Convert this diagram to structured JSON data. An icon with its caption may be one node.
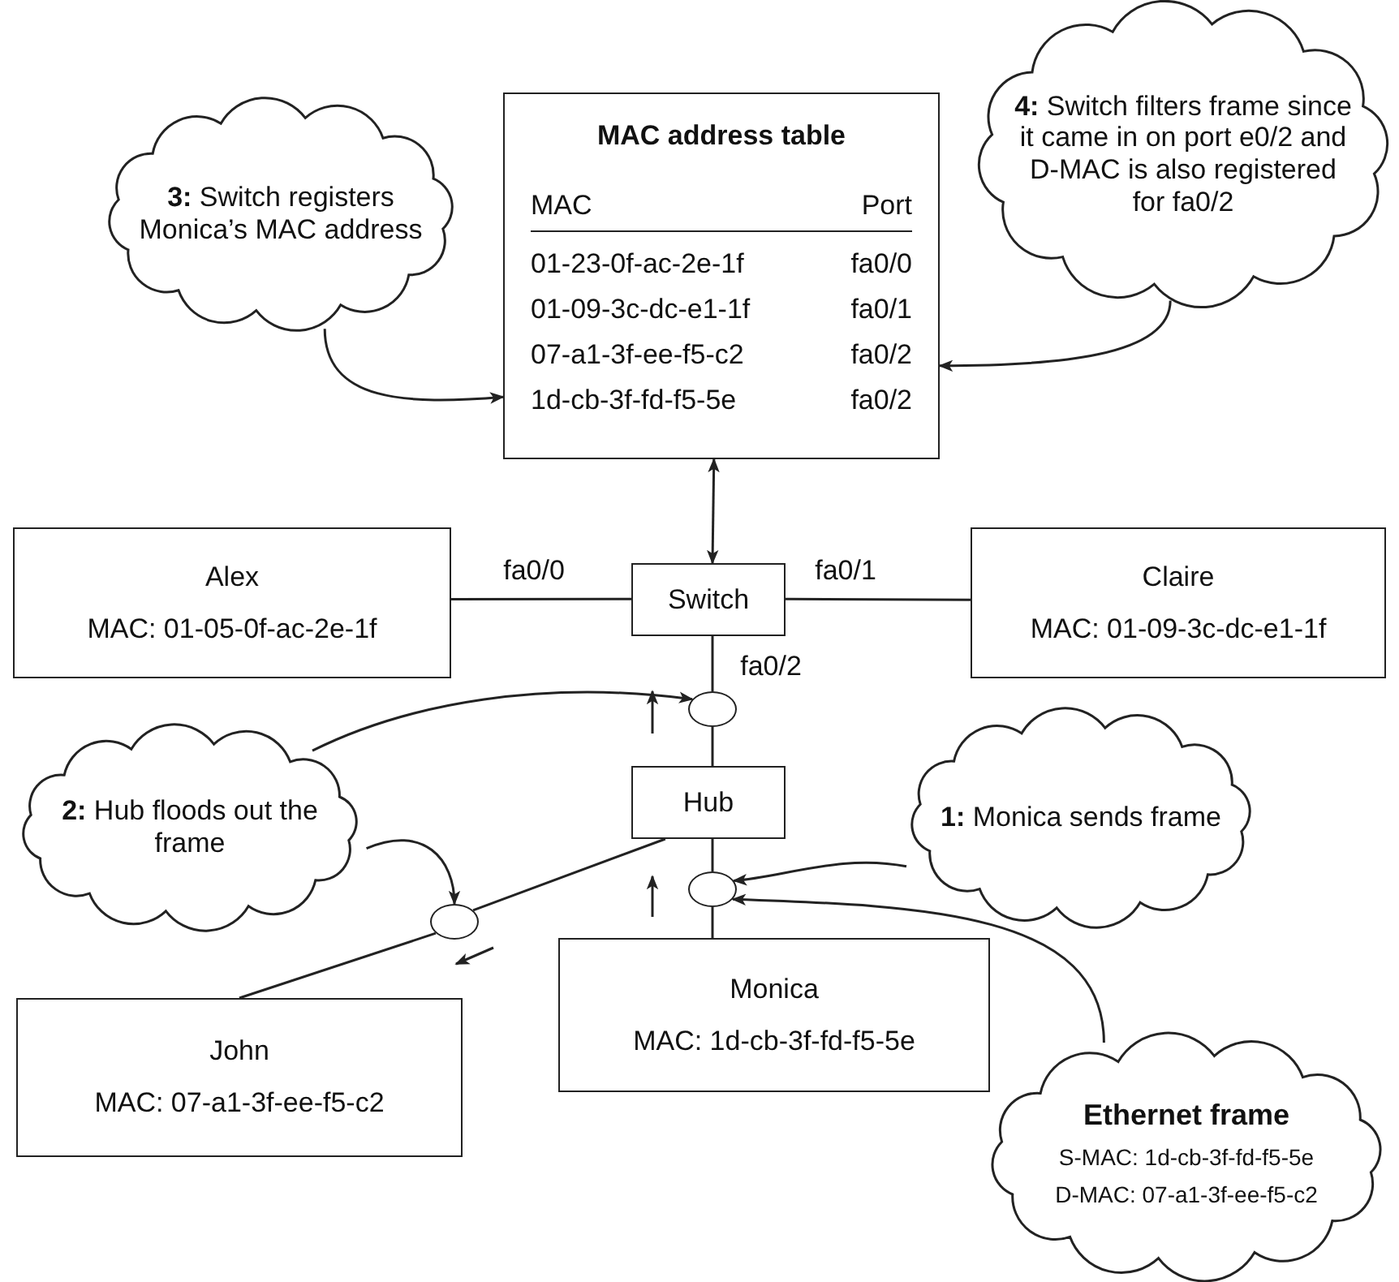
{
  "diagram": {
    "nodes": [
      {
        "text": [
          "MAC address table",
          "MAC",
          "Port",
          "01-23-0f-ac-2e-1f",
          "fa0/0",
          "01-09-3c-dc-e1-1f",
          "fa0/1",
          "07-a1-3f-ee-f5-c2",
          "fa0/2",
          "1d-cb-3f-fd-f5-5e",
          "fa0/2"
        ]
      },
      {
        "text": [
          "**3:** Switch registers Monica’s MAC address"
        ]
      },
      {
        "text": [
          "**4:** Switch filters frame since it came in on port e0/2 and D-MAC is also registered for fa0/2"
        ]
      },
      {
        "text": [
          "Alex",
          "MAC: 01-05-0f-ac-2e-1f"
        ]
      },
      {
        "text": [
          "Switch"
        ]
      },
      {
        "text": [
          "Claire",
          "MAC: 01-09-3c-dc-e1-1f"
        ]
      },
      {
        "text": [],
        "shape": "circle"
      },
      {
        "text": [
          "Hub"
        ]
      },
      {
        "text": [
          "**2:** Hub floods out the frame"
        ]
      },
      {
        "text": [
          "**1:** Monica sends frame"
        ]
      },
      {
        "text": [],
        "shape": "circle"
      },
      {
        "text": [],
        "shape": "circle"
      },
      {
        "text": [
          "Monica",
          "MAC: 1d-cb-3f-fd-f5-5e"
        ]
      },
      {
        "text": [
          "John",
          "MAC: 07-a1-3f-ee-f5-c2"
        ]
      },
      {
        "text": [
          "Ethernet frame",
          "S-MAC: 1d-cb-3f-fd-f5-5e",
          "D-MAC: 07-a1-3f-ee-f5-c2"
        ]
      }
    ],
    "edges": [
      {
        "from": 4,
        "to": 0,
        "arrow": "both"
      },
      {
        "from": 3,
        "to": 4,
        "arrow": "none",
        "label": "fa0/0"
      },
      {
        "from": 4,
        "to": 5,
        "arrow": "none",
        "label": "fa0/1"
      },
      {
        "from": 4,
        "to": 6,
        "arrow": "none",
        "label": "fa0/2"
      },
      {
        "from": 6,
        "to": 7,
        "arrow": "none"
      },
      {
        "from": 7,
        "to": 10,
        "arrow": "none"
      },
      {
        "from": 10,
        "to": 13,
        "arrow": "none"
      },
      {
        "from": 7,
        "to": 11,
        "arrow": "none"
      },
      {
        "from": 11,
        "to": 12,
        "arrow": "none"
      },
      {
        "from": 1,
        "to": 0,
        "arrow": "to"
      },
      {
        "from": 2,
        "to": 0,
        "arrow": "to"
      },
      {
        "from": 8,
        "to": 6,
        "arrow": "to"
      },
      {
        "from": 8,
        "to": 10,
        "arrow": "to"
      },
      {
        "from": 9,
        "to": 11,
        "arrow": "to"
      },
      {
        "from": 14,
        "to": 11,
        "arrow": "to"
      }
    ]
  }
}
